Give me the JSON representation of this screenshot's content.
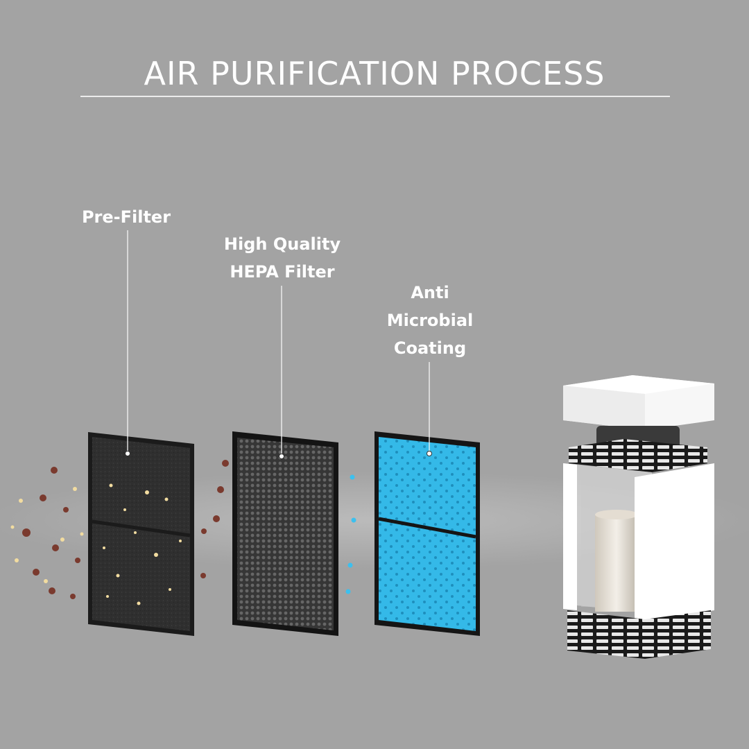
{
  "title": "AIR PURIFICATION PROCESS",
  "labels": {
    "pre_filter": [
      "Pre-Filter"
    ],
    "hepa_filter": [
      "High Quality",
      "HEPA Filter"
    ],
    "anti_microbial": [
      "Anti",
      "Microbial",
      "Coating"
    ]
  },
  "colors": {
    "background": "#a3a3a3",
    "pre_filter": "#2b2b2b",
    "hepa_filter": "#3a3a3a",
    "anti_microbial": "#2fb6e6",
    "purifier_body": "#ffffff",
    "dust": "#7a3a2e",
    "pollen": "#f2dca0",
    "microbe": "#3cc0ee"
  },
  "icons": [
    "dust-particle-icon",
    "pollen-particle-icon",
    "microbe-icon",
    "air-purifier-icon"
  ]
}
